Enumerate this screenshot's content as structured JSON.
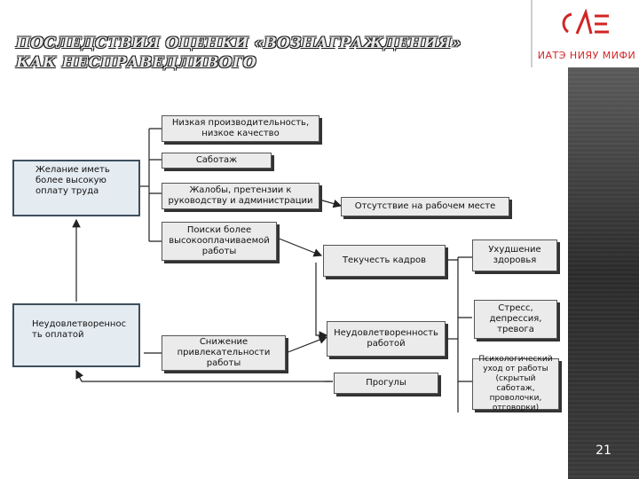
{
  "title": {
    "line1": "ПОСЛЕДСТВИЯ ОЦЕНКИ «ВОЗНАГРАЖДЕНИЯ»",
    "line2": "КАК НЕСПРАВЕДЛИВОГО"
  },
  "logo": {
    "text": "ИАТЭ НИЯУ МИФИ"
  },
  "page_number": "21",
  "diagram": {
    "desire": "Желание иметь более высокую оплату труда",
    "dissatisfaction_pay": "Неудовлетвореннос ть оплатой",
    "low_productivity": "Низкая производительность, низкое качество",
    "sabotage": "Саботаж",
    "complaints": "Жалобы, претензии к руководству и администрации",
    "search_job": "Поиски более высокооплачиваемой работы",
    "attractiveness": "Снижение привлекательности работы",
    "absence": "Отсутствие на рабочем месте",
    "turnover": "Текучесть кадров",
    "health": "Ухудшение здоровья",
    "stress": "Стресс, депрессия, тревога",
    "dissatisfaction_work": "Неудовлетворенность работой",
    "truancy": "Прогулы",
    "psych_withdrawal": "Психологический уход от работы (скрытый саботаж, проволочки, отговорки)"
  }
}
